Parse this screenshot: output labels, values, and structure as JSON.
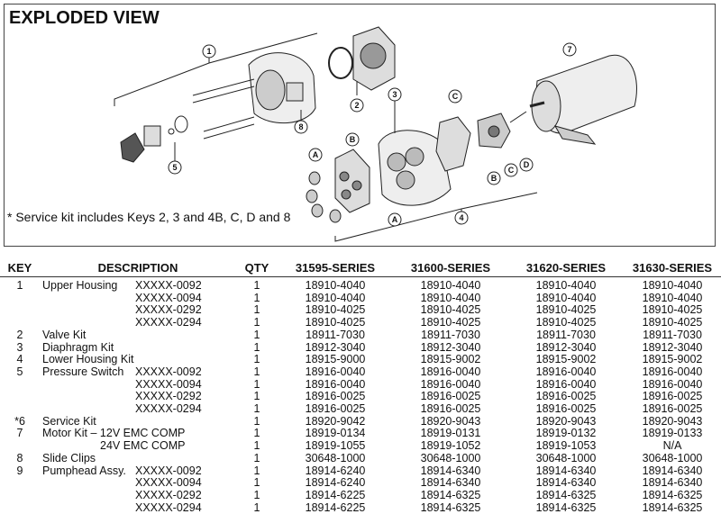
{
  "diagram": {
    "title": "EXPLODED VIEW",
    "note": "* Service kit includes Keys 2, 3 and 4B, C, D and 8",
    "callouts": [
      "1",
      "2",
      "3",
      "4",
      "5",
      "7",
      "8",
      "A",
      "B",
      "C",
      "D"
    ]
  },
  "table": {
    "headers": {
      "key": "KEY",
      "description": "DESCRIPTION",
      "qty": "QTY",
      "s1": "31595-SERIES",
      "s2": "31600-SERIES",
      "s3": "31620-SERIES",
      "s4": "31630-SERIES"
    },
    "rows": [
      {
        "key": "1",
        "name": "Upper Housing",
        "variant": "XXXXX-0092",
        "qty": "1",
        "s1": "18910-4040",
        "s2": "18910-4040",
        "s3": "18910-4040",
        "s4": "18910-4040"
      },
      {
        "key": "",
        "name": "",
        "variant": "XXXXX-0094",
        "qty": "1",
        "s1": "18910-4040",
        "s2": "18910-4040",
        "s3": "18910-4040",
        "s4": "18910-4040"
      },
      {
        "key": "",
        "name": "",
        "variant": "XXXXX-0292",
        "qty": "1",
        "s1": "18910-4025",
        "s2": "18910-4025",
        "s3": "18910-4025",
        "s4": "18910-4025"
      },
      {
        "key": "",
        "name": "",
        "variant": "XXXXX-0294",
        "qty": "1",
        "s1": "18910-4025",
        "s2": "18910-4025",
        "s3": "18910-4025",
        "s4": "18910-4025"
      },
      {
        "key": "2",
        "name": "Valve Kit",
        "variant": "",
        "qty": "1",
        "s1": "18911-7030",
        "s2": "18911-7030",
        "s3": "18911-7030",
        "s4": "18911-7030"
      },
      {
        "key": "3",
        "name": "Diaphragm Kit",
        "variant": "",
        "qty": "1",
        "s1": "18912-3040",
        "s2": "18912-3040",
        "s3": "18912-3040",
        "s4": "18912-3040"
      },
      {
        "key": "4",
        "name": "Lower Housing Kit",
        "variant": "",
        "qty": "1",
        "s1": "18915-9000",
        "s2": "18915-9002",
        "s3": "18915-9002",
        "s4": "18915-9002"
      },
      {
        "key": "5",
        "name": "Pressure Switch",
        "variant": "XXXXX-0092",
        "qty": "1",
        "s1": "18916-0040",
        "s2": "18916-0040",
        "s3": "18916-0040",
        "s4": "18916-0040"
      },
      {
        "key": "",
        "name": "",
        "variant": "XXXXX-0094",
        "qty": "1",
        "s1": "18916-0040",
        "s2": "18916-0040",
        "s3": "18916-0040",
        "s4": "18916-0040"
      },
      {
        "key": "",
        "name": "",
        "variant": "XXXXX-0292",
        "qty": "1",
        "s1": "18916-0025",
        "s2": "18916-0025",
        "s3": "18916-0025",
        "s4": "18916-0025"
      },
      {
        "key": "",
        "name": "",
        "variant": "XXXXX-0294",
        "qty": "1",
        "s1": "18916-0025",
        "s2": "18916-0025",
        "s3": "18916-0025",
        "s4": "18916-0025"
      },
      {
        "key": "*6",
        "name": "Service Kit",
        "variant": "",
        "qty": "1",
        "s1": "18920-9042",
        "s2": "18920-9043",
        "s3": "18920-9043",
        "s4": "18920-9043"
      },
      {
        "key": "7",
        "name": "Motor Kit – 12V EMC COMP",
        "variant": "",
        "qty": "1",
        "s1": "18919-0134",
        "s2": "18919-0131",
        "s3": "18919-0132",
        "s4": "18919-0133"
      },
      {
        "key": "",
        "name": "24V EMC COMP",
        "variant": "",
        "qty": "1",
        "s1": "18919-1055",
        "s2": "18919-1052",
        "s3": "18919-1053",
        "s4": "N/A"
      },
      {
        "key": "8",
        "name": "Slide Clips",
        "variant": "",
        "qty": "1",
        "s1": "30648-1000",
        "s2": "30648-1000",
        "s3": "30648-1000",
        "s4": "30648-1000"
      },
      {
        "key": "9",
        "name": "Pumphead Assy.",
        "variant": "XXXXX-0092",
        "qty": "1",
        "s1": "18914-6240",
        "s2": "18914-6340",
        "s3": "18914-6340",
        "s4": "18914-6340"
      },
      {
        "key": "",
        "name": "",
        "variant": "XXXXX-0094",
        "qty": "1",
        "s1": "18914-6240",
        "s2": "18914-6340",
        "s3": "18914-6340",
        "s4": "18914-6340"
      },
      {
        "key": "",
        "name": "",
        "variant": "XXXXX-0292",
        "qty": "1",
        "s1": "18914-6225",
        "s2": "18914-6325",
        "s3": "18914-6325",
        "s4": "18914-6325"
      },
      {
        "key": "",
        "name": "",
        "variant": "XXXXX-0294",
        "qty": "1",
        "s1": "18914-6225",
        "s2": "18914-6325",
        "s3": "18914-6325",
        "s4": "18914-6325"
      }
    ]
  }
}
